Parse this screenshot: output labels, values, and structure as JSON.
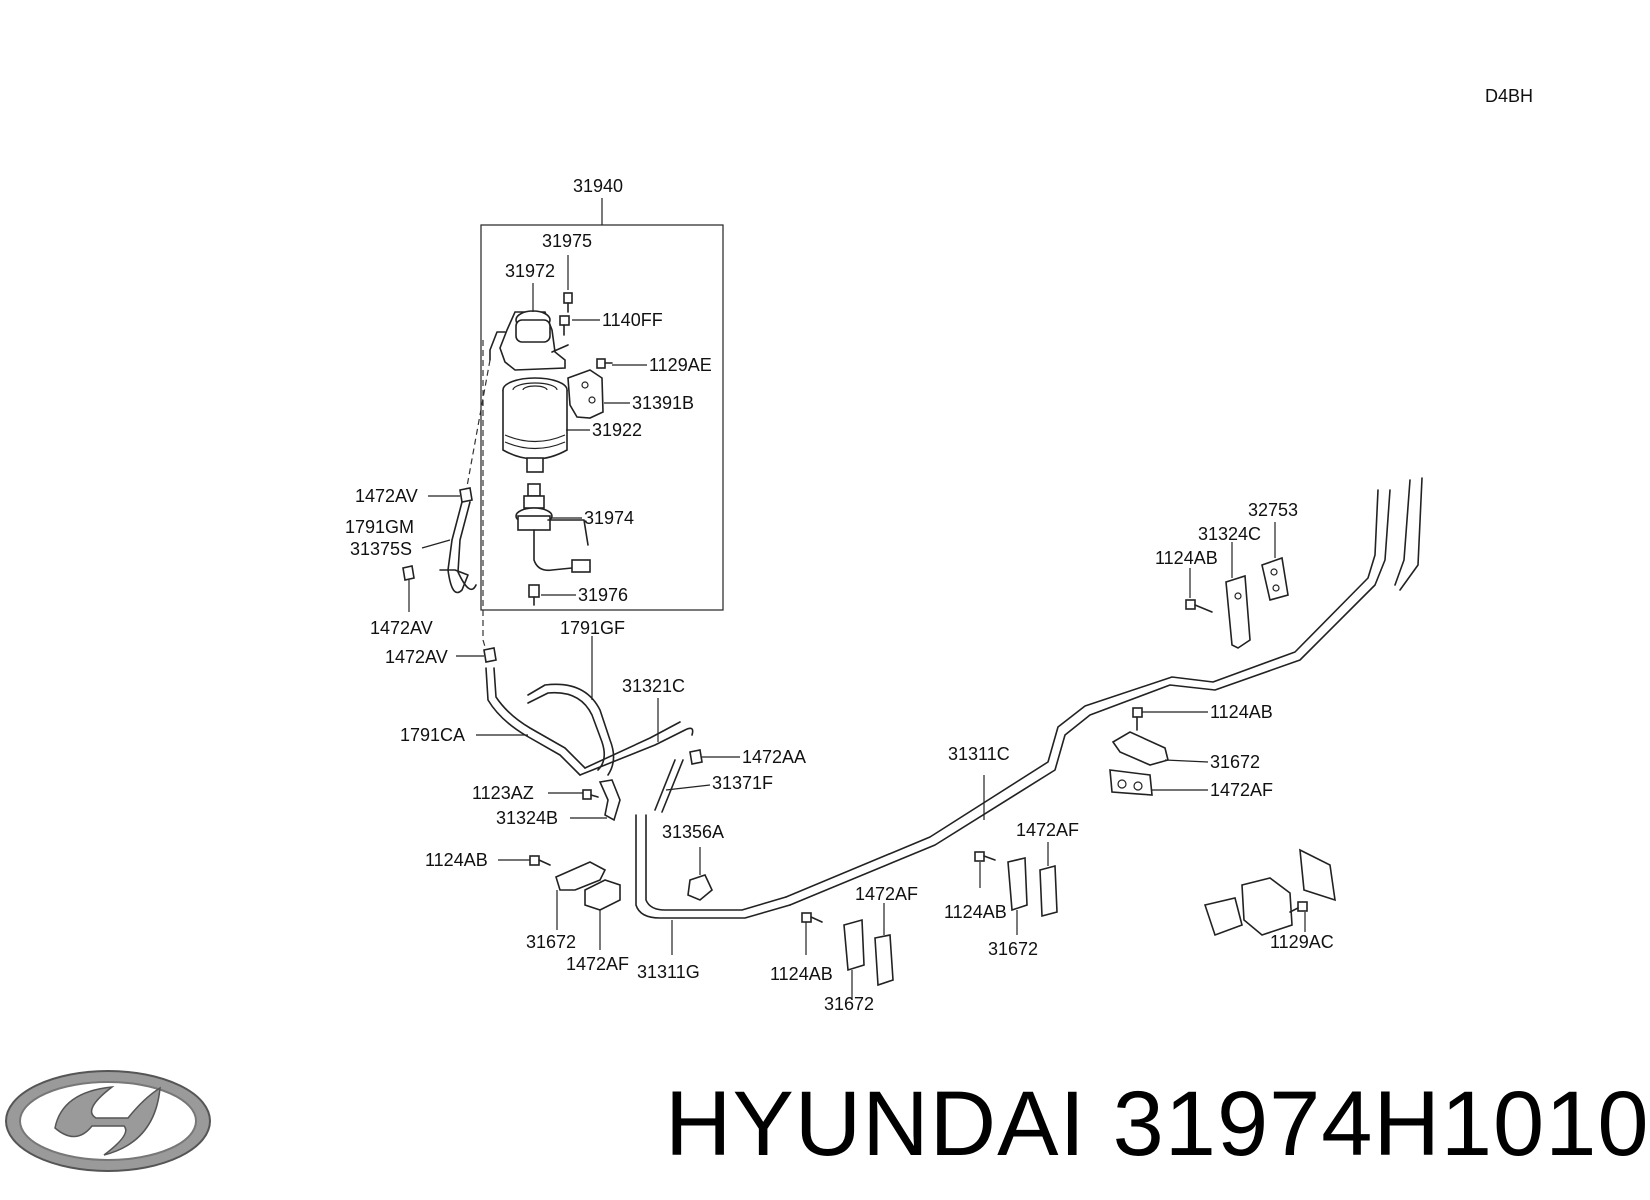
{
  "diagram_code": "D4BH",
  "brand": {
    "name": "HYUNDAI",
    "part_number": "31974H1010"
  },
  "labels": {
    "l31940": "31940",
    "l31975": "31975",
    "l31972": "31972",
    "l1140FF": "1140FF",
    "l1129AE": "1129AE",
    "l31391B": "31391B",
    "l31922": "31922",
    "l1472AV_a": "1472AV",
    "l1791GM": "1791GM",
    "l31375S": "31375S",
    "l31974": "31974",
    "l31976": "31976",
    "l1472AV_b": "1472AV",
    "l1791GF": "1791GF",
    "l1472AV_c": "1472AV",
    "l31321C": "31321C",
    "l1791CA": "1791CA",
    "l1472AA": "1472AA",
    "l1123AZ": "1123AZ",
    "l31371F": "31371F",
    "l31324B": "31324B",
    "l31356A": "31356A",
    "l31311C": "31311C",
    "l1124AB_a": "1124AB",
    "l31672_a": "31672",
    "l1472AF_a": "1472AF",
    "l31311G": "31311G",
    "l1472AF_b": "1472AF",
    "l1124AB_b": "1124AB",
    "l31672_b": "31672",
    "l1472AF_c": "1472AF",
    "l1124AB_c": "1124AB",
    "l31672_c": "31672",
    "l32753": "32753",
    "l31324C": "31324C",
    "l1124AB_d": "1124AB",
    "l1124AB_e": "1124AB",
    "l31672_d": "31672",
    "l1472AF_d": "1472AF",
    "l1129AC": "1129AC"
  }
}
